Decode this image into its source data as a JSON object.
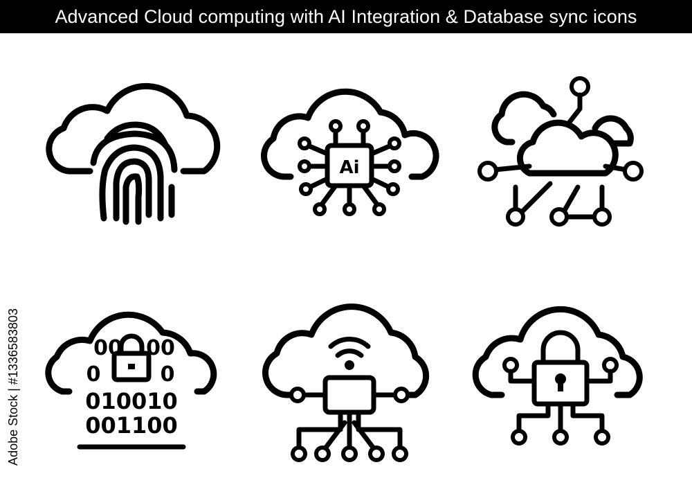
{
  "header": {
    "title": "Advanced Cloud computing with AI Integration & Database sync icons"
  },
  "side_id": "Adobe Stock | #1336583803",
  "icons": [
    {
      "name": "cloud-fingerprint-icon"
    },
    {
      "name": "cloud-ai-chip-icon",
      "label": "Ai"
    },
    {
      "name": "cloud-network-sync-icon"
    },
    {
      "name": "cloud-binary-lock-icon",
      "rows": [
        "00",
        "0",
        "0",
        "010010",
        "001100"
      ]
    },
    {
      "name": "cloud-wifi-device-icon"
    },
    {
      "name": "cloud-padlock-circuit-icon"
    }
  ],
  "colors": {
    "bar_bg": "#000000",
    "bar_text": "#ffffff",
    "stroke": "#000000",
    "background": "#ffffff"
  }
}
